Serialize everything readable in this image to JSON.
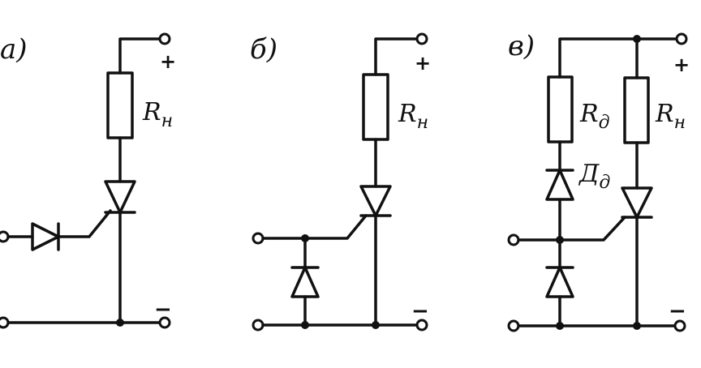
{
  "panels": {
    "a": {
      "label": "a)",
      "load": "R",
      "load_sub": "н",
      "plus": "+",
      "minus": "−"
    },
    "b": {
      "label": "б)",
      "load": "R",
      "load_sub": "н",
      "plus": "+",
      "minus": "−"
    },
    "c": {
      "label": "в)",
      "divider": "R",
      "divider_sub": "д",
      "diode": "Д",
      "diode_sub": "д",
      "load": "R",
      "load_sub": "н",
      "plus": "+",
      "minus": "−"
    }
  }
}
